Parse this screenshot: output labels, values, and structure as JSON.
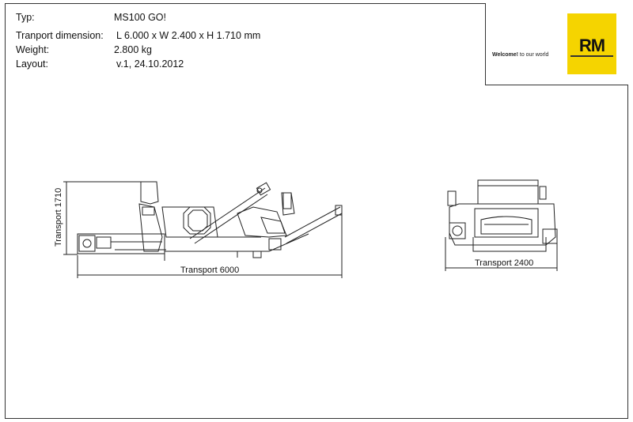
{
  "spec": {
    "type_label": "Typ:",
    "type_value": "MS100 GO!",
    "dimension_label": "Tranport dimension:",
    "dimension_value": "L 6.000 x W 2.400 x H 1.710 mm",
    "weight_label": "Weight:",
    "weight_value": "2.800 kg",
    "layout_label": "Layout:",
    "layout_value": "v.1, 24.10.2012"
  },
  "logo": {
    "text": "RM",
    "tagline_bold": "Welcome!",
    "tagline_rest": " to our world",
    "brand_color": "#f5d400"
  },
  "drawing": {
    "side_height_label": "Transport 1710",
    "side_length_label": "Transport 6000",
    "front_width_label": "Transport 2400"
  }
}
